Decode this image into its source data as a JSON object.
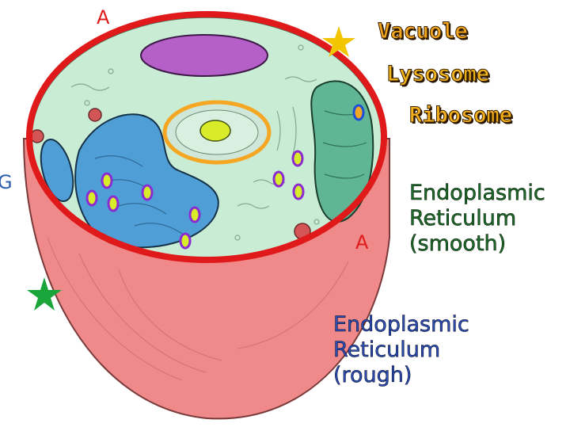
{
  "labels": {
    "vacuole": "Vacuole",
    "lysosome": "Lysosome",
    "ribosome": "Ribosome",
    "er_smooth": "Endoplasmic\nReticulum\n(smooth)",
    "er_rough": "Endoplasmic\nReticulum\n(rough)",
    "marker_a_top": "A",
    "marker_a_mid": "A",
    "marker_g": "G"
  },
  "colors": {
    "cell_outer": "#f08a8a",
    "cytoplasm": "#c9ecd4",
    "nucleus": "#4f9fd6",
    "vacuole": "#b55fc9",
    "mitochondria": "#5fb594",
    "nucleolus": "#d8ec2a",
    "nuclear_ring": "#f5a623",
    "membrane_ring": "#e01a1a",
    "ribosome_ring": "#8b2bd1",
    "star_gold": "#f2c500",
    "star_green": "#1aa53a",
    "vacuole_label": "#f2a51d",
    "lysosome_label": "#f2b41d",
    "ribosome_label": "#f5b01c"
  },
  "icons": [
    "star-gold-icon",
    "star-green-icon"
  ]
}
